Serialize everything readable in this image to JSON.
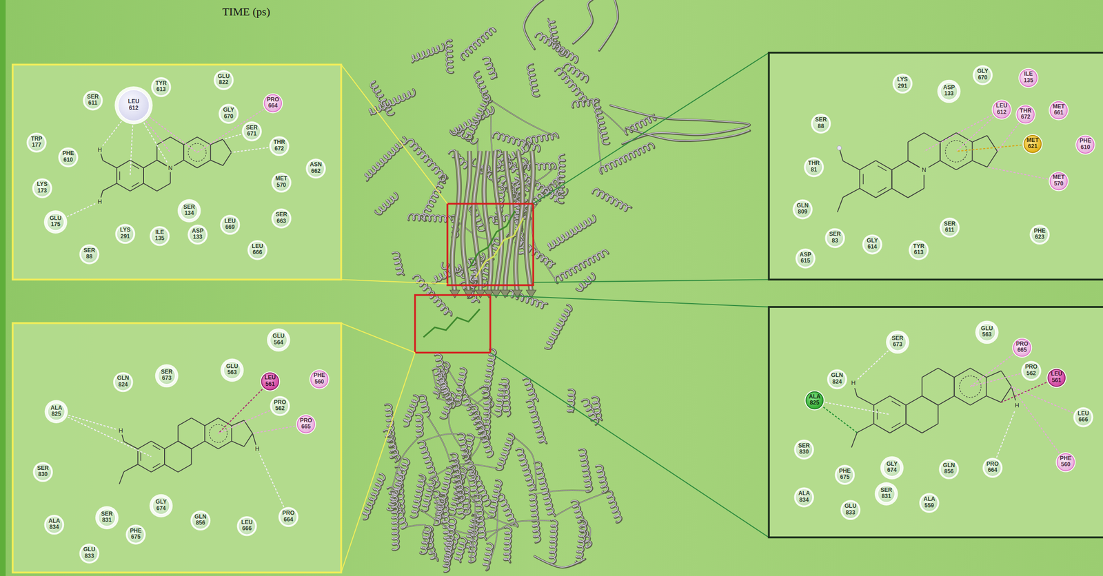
{
  "diagram": {
    "nodes": [
      {
        "text": [
          "SER 611"
        ]
      },
      {
        "text": [
          "LEU 612"
        ]
      },
      {
        "text": [
          "TYR 613"
        ]
      },
      {
        "text": [
          "GLU 822"
        ]
      },
      {
        "text": [
          "PRO 664"
        ]
      },
      {
        "text": [
          "GLY 670"
        ]
      },
      {
        "text": [
          "SER 671"
        ]
      },
      {
        "text": [
          "THR 672"
        ]
      },
      {
        "text": [
          "TRP 177"
        ]
      },
      {
        "text": [
          "PHE 610"
        ]
      },
      {
        "text": [
          "ASN 662"
        ]
      },
      {
        "text": [
          "MET 570"
        ]
      },
      {
        "text": [
          "LYS 173"
        ]
      },
      {
        "text": [
          "SER 134"
        ]
      },
      {
        "text": [
          "SER 663"
        ]
      },
      {
        "text": [
          "GLU 175"
        ]
      },
      {
        "text": [
          "LEU 669"
        ]
      },
      {
        "text": [
          "LYS 291"
        ]
      },
      {
        "text": [
          "ASP 133"
        ]
      },
      {
        "text": [
          "ILE 135"
        ]
      },
      {
        "text": [
          "LEU 666"
        ]
      },
      {
        "text": [
          "SER 88"
        ]
      },
      {
        "text": [
          "GLY 670"
        ]
      },
      {
        "text": [
          "ILE 135"
        ]
      },
      {
        "text": [
          "LYS 291"
        ]
      },
      {
        "text": [
          "ASP 133"
        ]
      },
      {
        "text": [
          "LEU 612"
        ]
      },
      {
        "text": [
          "MET 661"
        ]
      },
      {
        "text": [
          "THR 672"
        ]
      },
      {
        "text": [
          "SER 88"
        ]
      },
      {
        "text": [
          "MET 621"
        ]
      },
      {
        "text": [
          "PHE 610"
        ]
      },
      {
        "text": [
          "THR 81"
        ]
      },
      {
        "text": [
          "MET 570"
        ]
      },
      {
        "text": [
          "GLN 809"
        ]
      },
      {
        "text": [
          "SER 611"
        ]
      },
      {
        "text": [
          "PHE 623"
        ]
      },
      {
        "text": [
          "SER 83"
        ]
      },
      {
        "text": [
          "GLY 614"
        ]
      },
      {
        "text": [
          "TYR 613"
        ]
      },
      {
        "text": [
          "ASP 615"
        ]
      },
      {
        "text": [
          "GLU 564"
        ]
      },
      {
        "text": [
          "GLN 824"
        ]
      },
      {
        "text": [
          "SER 673"
        ]
      },
      {
        "text": [
          "GLU 563"
        ]
      },
      {
        "text": [
          "LEU 561"
        ]
      },
      {
        "text": [
          "PHE 560"
        ]
      },
      {
        "text": [
          "ALA 825"
        ]
      },
      {
        "text": [
          "PRO 562"
        ]
      },
      {
        "text": [
          "PRO 665"
        ]
      },
      {
        "text": [
          "SER 830"
        ]
      },
      {
        "text": [
          "GLY 674"
        ]
      },
      {
        "text": [
          "SER 831"
        ]
      },
      {
        "text": [
          "GLN 856"
        ]
      },
      {
        "text": [
          "PRO 664"
        ]
      },
      {
        "text": [
          "ALA 834"
        ]
      },
      {
        "text": [
          "LEU 666"
        ]
      },
      {
        "text": [
          "PHE 675"
        ]
      },
      {
        "text": [
          "GLU 833"
        ]
      },
      {
        "text": [
          "GLU 563"
        ]
      },
      {
        "text": [
          "SER 673"
        ]
      },
      {
        "text": [
          "PRO 665"
        ]
      },
      {
        "text": [
          "PRO 562"
        ]
      },
      {
        "text": [
          "GLN 824"
        ]
      },
      {
        "text": [
          "LEU 561"
        ]
      },
      {
        "text": [
          "ALA 825"
        ]
      },
      {
        "text": [
          "LEU 666"
        ]
      },
      {
        "text": [
          "SER 830"
        ]
      },
      {
        "text": [
          "PHE 560"
        ]
      },
      {
        "text": [
          "GLY 674"
        ]
      },
      {
        "text": [
          "GLN 856"
        ]
      },
      {
        "text": [
          "PRO 664"
        ]
      },
      {
        "text": [
          "PHE 675"
        ]
      },
      {
        "text": [
          "SER 831"
        ]
      },
      {
        "text": [
          "ALA 834"
        ]
      },
      {
        "text": [
          "ALA 559"
        ]
      },
      {
        "text": [
          "GLU 833"
        ]
      }
    ],
    "labels": [
      "TIME (ps)",
      "H",
      "N",
      "H",
      "N",
      "H",
      "H",
      "H",
      "H"
    ]
  }
}
